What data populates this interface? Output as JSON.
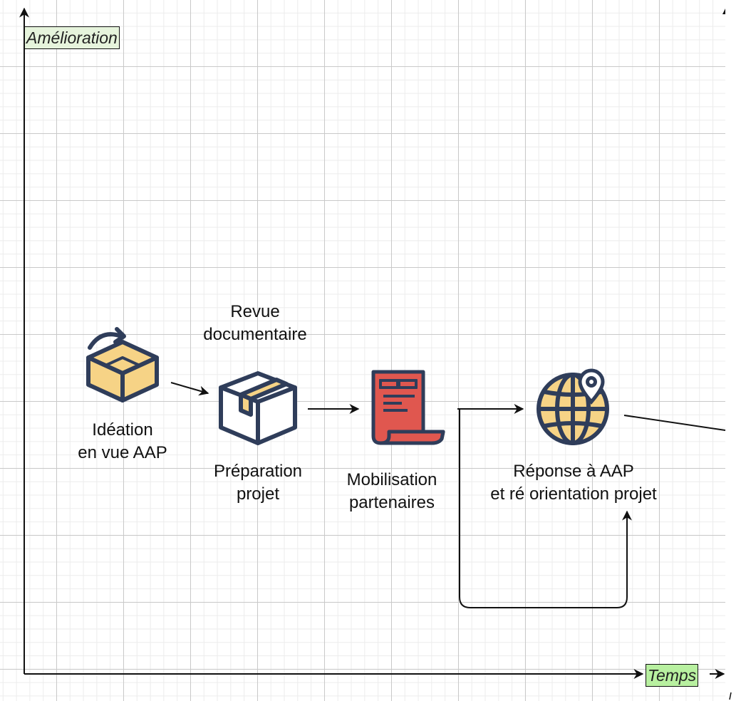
{
  "axes": {
    "y_label": "Amélioration",
    "x_label": "Temps",
    "y_label_bg": "#e6f4dc",
    "x_label_bg": "#b8f0a0"
  },
  "steps": [
    {
      "id": "ideation",
      "label": "Idéation\nen vue AAP",
      "icon": "box-rotate-icon"
    },
    {
      "id": "preparation",
      "label": "Préparation\nprojet",
      "note": "Revue\ndocumentaire",
      "icon": "package-box-icon"
    },
    {
      "id": "mobilisation",
      "label": "Mobilisation\npartenaires",
      "icon": "document-receipt-icon"
    },
    {
      "id": "reponse",
      "label": "Réponse à AAP\net ré orientation projet",
      "icon": "globe-location-icon"
    }
  ],
  "colors": {
    "stroke": "#2f3d5a",
    "accent_yellow": "#f6d386",
    "accent_red": "#e0574f",
    "arrow": "#111111"
  }
}
